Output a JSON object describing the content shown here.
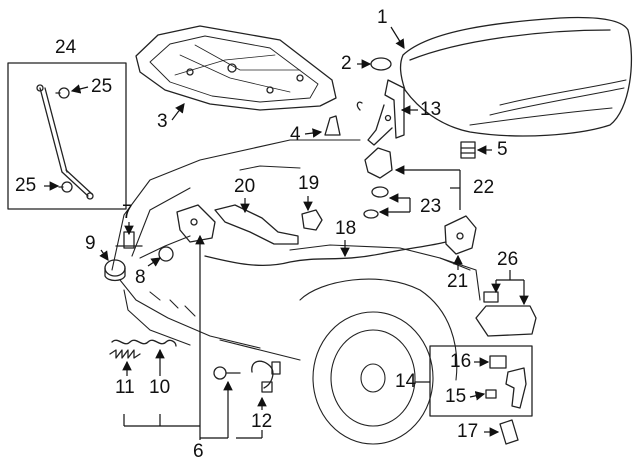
{
  "callouts": {
    "c1": "1",
    "c2": "2",
    "c3": "3",
    "c4": "4",
    "c5": "5",
    "c6": "6",
    "c7": "7",
    "c8": "8",
    "c9": "9",
    "c10": "10",
    "c11": "11",
    "c12": "12",
    "c13": "13",
    "c14": "14",
    "c15": "15",
    "c16": "16",
    "c17": "17",
    "c18": "18",
    "c19": "19",
    "c20": "20",
    "c21": "21",
    "c22": "22",
    "c23": "23",
    "c24": "24",
    "c25a": "25",
    "c25b": "25",
    "c26": "26"
  }
}
